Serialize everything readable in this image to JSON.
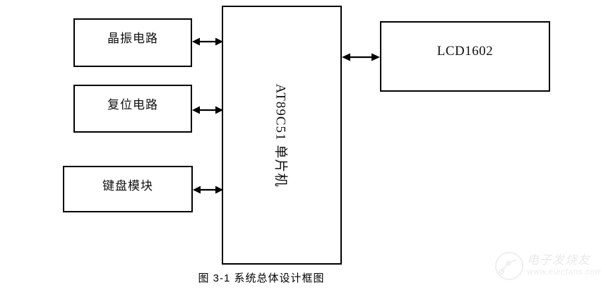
{
  "diagram": {
    "caption": "图 3-1  系统总体设计框图",
    "mcu": {
      "label": "AT89C51 单片机"
    },
    "display": {
      "label": "LCD1602"
    },
    "peripherals": [
      {
        "label": "晶振电路"
      },
      {
        "label": "复位电路"
      },
      {
        "label": "键盘模块"
      }
    ],
    "connections": [
      {
        "name": "crystal-to-mcu",
        "type": "bidirectional"
      },
      {
        "name": "reset-to-mcu",
        "type": "bidirectional"
      },
      {
        "name": "keypad-to-mcu",
        "type": "bidirectional"
      },
      {
        "name": "mcu-to-lcd",
        "type": "bidirectional"
      }
    ],
    "colors": {
      "stroke": "#000000",
      "text": "#111111",
      "background": "#ffffff",
      "watermark": "#c0c0c0"
    }
  },
  "watermark": {
    "brand": "电子发烧友",
    "url": "www.elecfans.com"
  }
}
